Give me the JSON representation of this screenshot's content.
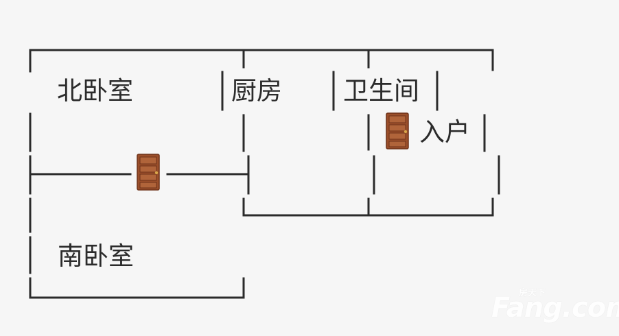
{
  "rooms": {
    "north_bedroom": "北卧室",
    "kitchen": "厨房",
    "bathroom": "卫生间",
    "entrance": "入户",
    "south_bedroom": "南卧室"
  },
  "watermark": {
    "brand_cn": "房天下",
    "brand_latin": "Fang.com"
  },
  "colors": {
    "background": "#f6f6f6",
    "wall": "#2b2b2b",
    "door": "#9b4f2a",
    "door_knob": "#d8a64a"
  },
  "icons": {
    "door": "door-icon"
  }
}
